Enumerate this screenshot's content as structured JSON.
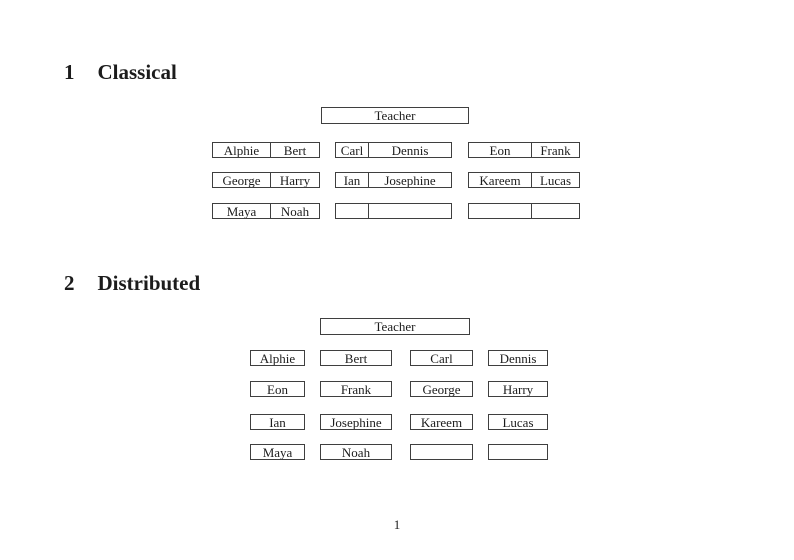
{
  "page": {
    "page_number": "1"
  },
  "colors": {
    "background": "#ffffff",
    "border": "#3f3f3f",
    "text": "#1c1c1c"
  },
  "classical": {
    "number": "1",
    "title": "Classical",
    "teacher": "Teacher",
    "rows": [
      [
        [
          "Alphie",
          "Bert"
        ],
        [
          "Carl",
          "Dennis"
        ],
        [
          "Eon",
          "Frank"
        ]
      ],
      [
        [
          "George",
          "Harry"
        ],
        [
          "Ian",
          "Josephine"
        ],
        [
          "Kareem",
          "Lucas"
        ]
      ],
      [
        [
          "Maya",
          "Noah"
        ],
        [
          "",
          ""
        ],
        [
          "",
          ""
        ]
      ]
    ]
  },
  "distributed": {
    "number": "2",
    "title": "Distributed",
    "teacher": "Teacher",
    "rows": [
      [
        "Alphie",
        "Bert",
        "Carl",
        "Dennis"
      ],
      [
        "Eon",
        "Frank",
        "George",
        "Harry"
      ],
      [
        "Ian",
        "Josephine",
        "Kareem",
        "Lucas"
      ],
      [
        "Maya",
        "Noah",
        "",
        ""
      ]
    ]
  }
}
